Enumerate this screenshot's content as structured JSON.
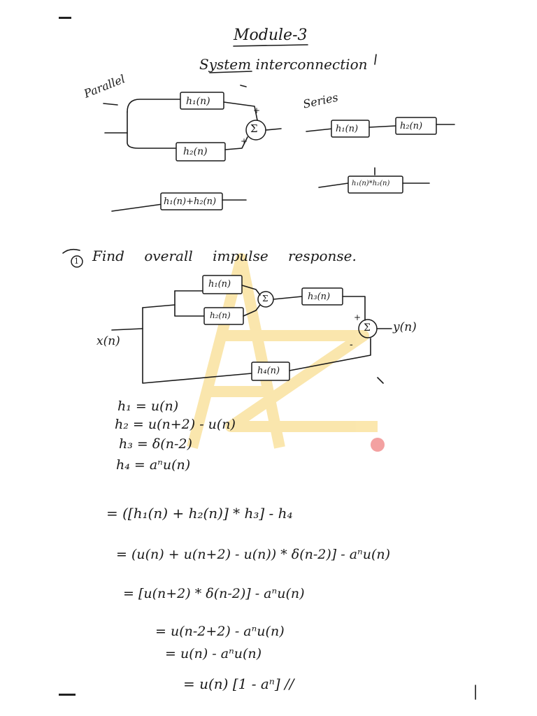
{
  "heading": {
    "module": "Module-3",
    "subtitle": "System interconnection"
  },
  "parallel": {
    "label": "Parallel",
    "top_block": "h₁(n)",
    "bottom_block": "h₂(n)",
    "sum": "Σ",
    "plus_top": "+",
    "plus_bottom": "+",
    "equivalent_block": "h₁(n)+h₂(n)"
  },
  "series": {
    "label": "Series",
    "block1": "h₁(n)",
    "block2": "h₂(n)",
    "equivalent_block": "h₁(n)*h₂(n)"
  },
  "problem": {
    "number": "1",
    "text": "Find overall impulse response."
  },
  "diagram": {
    "h1": "h₁(n)",
    "h2": "h₂(n)",
    "h3": "h₃(n)",
    "h4": "h₄(n)",
    "sum1": "Σ",
    "sum2": "Σ",
    "input": "x(n)",
    "output": "y(n)",
    "plus": "+",
    "minus": "-"
  },
  "definitions": [
    "h₁ = u(n)",
    "h₂ = u(n+2) - u(n)",
    "h₃ = δ(n-2)",
    "h₄ = aⁿu(n)"
  ],
  "solution": [
    "= ([h₁(n) + h₂(n)] * h₃] - h₄",
    "= (u(n) + u(n+2) - u(n)) * δ(n-2)] - aⁿu(n)",
    "= [u(n+2) * δ(n-2)] - aⁿu(n)",
    "= u(n-2+2) - aⁿu(n)",
    "= u(n) - aⁿu(n)",
    "= u(n) [1 - aⁿ] //"
  ],
  "watermark": {
    "letters": "AZ",
    "color": "#f7d36b",
    "accent": "#f08a8a"
  }
}
